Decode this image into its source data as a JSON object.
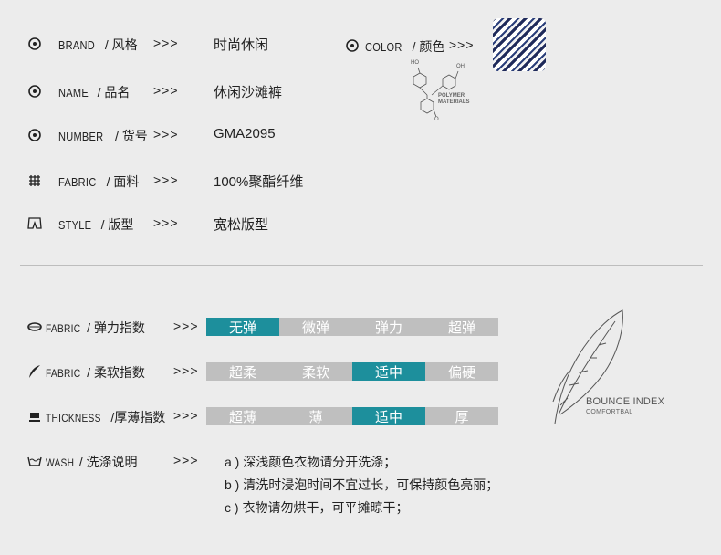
{
  "info": {
    "brand": {
      "en": "BRAND",
      "cn": "/ 风格",
      "arrow": ">>>",
      "value": "时尚休闲"
    },
    "name": {
      "en": "NAME",
      "cn": "/ 品名",
      "arrow": ">>>",
      "value": "休闲沙滩裤"
    },
    "number": {
      "en": "NUMBER",
      "cn": "/ 货号",
      "arrow": ">>>",
      "value": "GMA2095"
    },
    "fabric": {
      "en": "FABRIC",
      "cn": "/ 面料",
      "arrow": ">>>",
      "value": "100%聚酯纤维"
    },
    "style": {
      "en": "STYLE",
      "cn": "/ 版型",
      "arrow": ">>>",
      "value": "宽松版型"
    },
    "color": {
      "en": "COLOR",
      "cn": "/ 颜色",
      "arrow": ">>>"
    }
  },
  "molecule": {
    "line1": "POLYMER",
    "line2": "MATERIALS",
    "oh1": "HO",
    "oh2": "OH",
    "o": "O"
  },
  "indices": [
    {
      "en": "FABRIC",
      "cn": "弹力指数",
      "arrow": ">>>",
      "options": [
        "无弹",
        "微弹",
        "弹力",
        "超弹"
      ],
      "selected": 0
    },
    {
      "en": "FABRIC",
      "cn": "柔软指数",
      "arrow": ">>>",
      "options": [
        "超柔",
        "柔软",
        "适中",
        "偏硬"
      ],
      "selected": 2
    },
    {
      "en": "THICKNESS",
      "cn": "厚薄指数",
      "arrow": ">>>",
      "options": [
        "超薄",
        "薄",
        "适中",
        "厚"
      ],
      "selected": 2
    }
  ],
  "wash": {
    "en": "WASH",
    "cn": "洗涤说明",
    "arrow": ">>>",
    "lines": [
      "a ) 深浅颜色衣物请分开洗涤；",
      "b ) 清洗时浸泡时间不宜过长，可保持颜色亮丽；",
      "c ) 衣物请勿烘干，可平摊晾干；"
    ]
  },
  "bounce": {
    "title": "BOUNCE INDEX",
    "subtitle": "COMFORTBAL"
  },
  "colors": {
    "accent": "#1d8f9c",
    "inactive": "#bfbfbf",
    "background": "#ececec"
  }
}
